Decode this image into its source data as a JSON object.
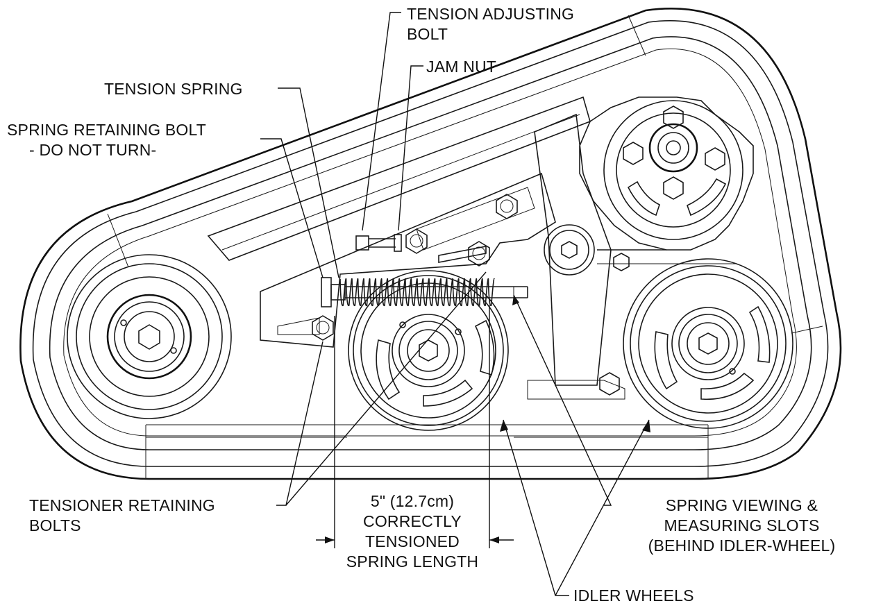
{
  "colors": {
    "ink": "#111111",
    "background": "#ffffff"
  },
  "labels": {
    "tension_adjusting_bolt": [
      "TENSION ADJUSTING",
      "BOLT"
    ],
    "jam_nut": "JAM NUT",
    "tension_spring": "TENSION SPRING",
    "spring_retaining_bolt": [
      "SPRING RETAINING BOLT",
      "- DO NOT TURN-"
    ],
    "tensioner_retaining_bolts": [
      "TENSIONER RETAINING",
      "BOLTS"
    ],
    "spring_length": [
      "5\" (12.7cm)",
      "CORRECTLY",
      "TENSIONED",
      "SPRING LENGTH"
    ],
    "spring_viewing_slots": [
      "SPRING VIEWING &",
      "MEASURING SLOTS",
      "(BEHIND IDLER-WHEEL)"
    ],
    "idler_wheels": "IDLER WHEELS"
  }
}
